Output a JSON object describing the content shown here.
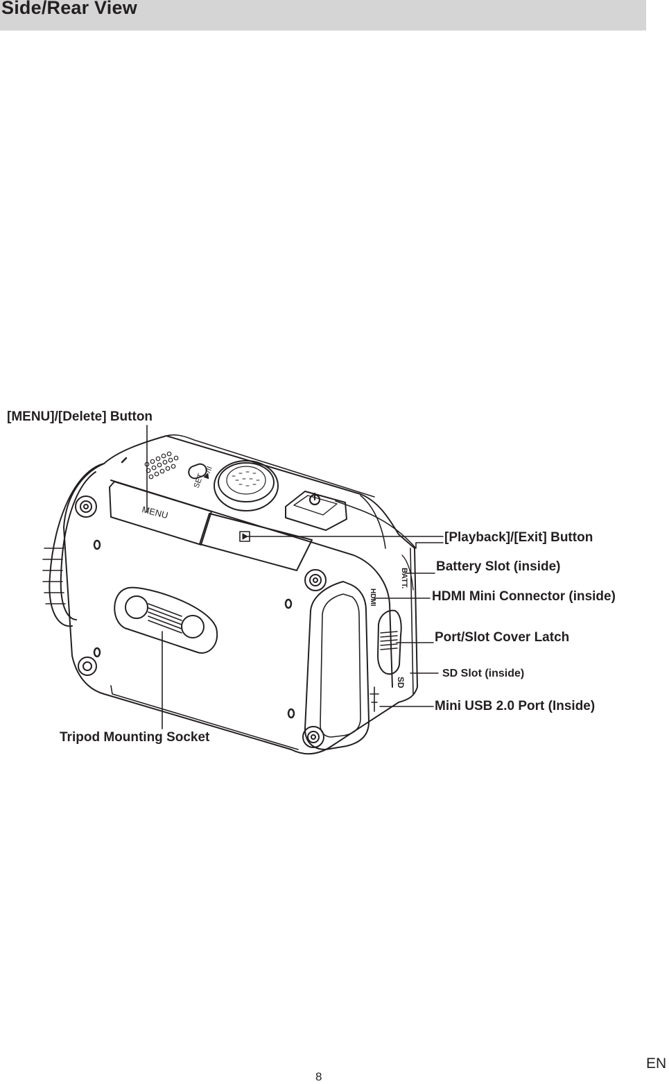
{
  "section": {
    "title": "Side/Rear View"
  },
  "callouts": {
    "menu_delete": "[MENU]/[Delete] Button",
    "playback_exit": "[Playback]/[Exit] Button",
    "battery_slot": "Battery Slot (inside)",
    "hdmi": "HDMI Mini Connector (inside)",
    "cover_latch": "Port/Slot Cover Latch",
    "sd_slot": "SD Slot (inside)",
    "mini_usb": "Mini USB 2.0 Port (Inside)",
    "tripod": "Tripod Mounting Socket"
  },
  "camera_labels": {
    "menu_key": "MENU",
    "set_key": "SET",
    "nav_key": "▶/II",
    "batt": "BATT.",
    "hdmi_port": "HDMI",
    "sd_port": "SD"
  },
  "footer": {
    "page_number": "8",
    "language": "EN"
  }
}
